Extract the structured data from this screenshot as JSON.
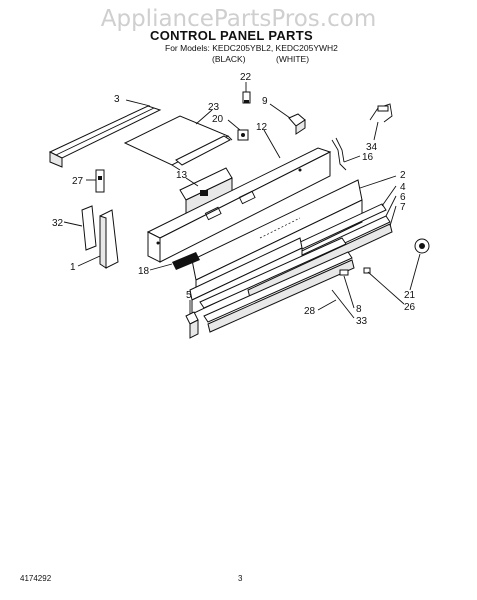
{
  "watermark": "AppliancePartsPros.com",
  "header": {
    "title": "CONTROL PANEL PARTS",
    "models": "For Models: KEDC205YBL2, KEDC205YWH2",
    "variant_black": "(BLACK)",
    "variant_white": "(WHITE)"
  },
  "callouts": [
    "3",
    "22",
    "9",
    "23",
    "20",
    "12",
    "34",
    "16",
    "13",
    "2",
    "4",
    "6",
    "7",
    "27",
    "32",
    "1",
    "18",
    "5",
    "21",
    "26",
    "28",
    "8",
    "33"
  ],
  "footer": {
    "doc_number": "4174292",
    "page_number": "3"
  }
}
